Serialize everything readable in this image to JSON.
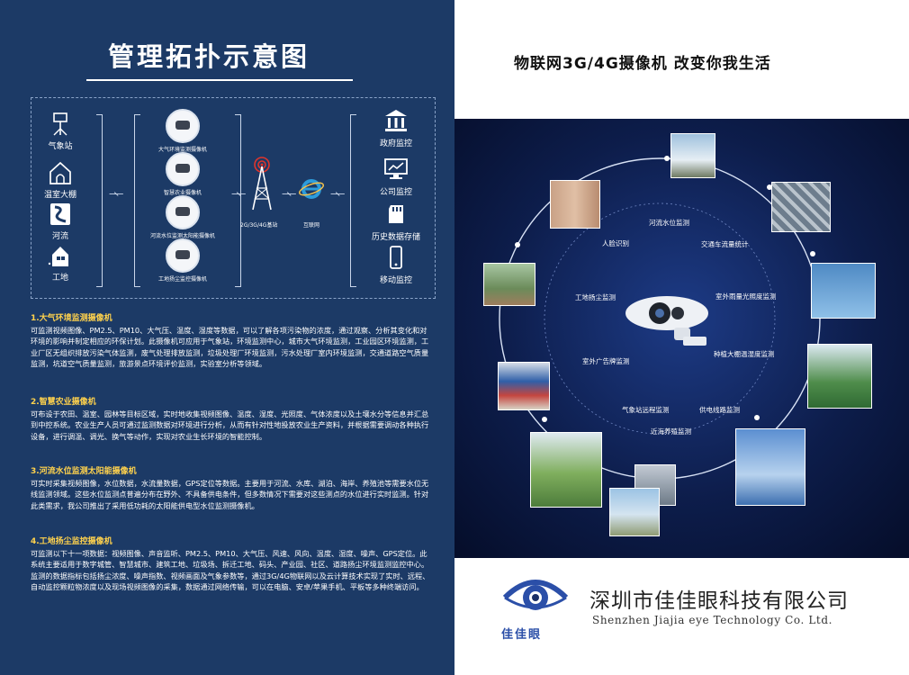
{
  "left": {
    "title": "管理拓扑示意图",
    "sources": [
      "气象站",
      "温室大棚",
      "河流",
      "工地"
    ],
    "cameras": [
      "大气环境监测摄像机",
      "智慧农业摄像机",
      "河流水位监测太阳能摄像机",
      "工地扬尘监控摄像机"
    ],
    "tower_label": "2G/3G/4G基站",
    "internet_label": "互联网",
    "destinations": [
      "政府监控",
      "公司监控",
      "历史数据存储",
      "移动监控"
    ],
    "sections": [
      {
        "heading": "1.大气环境监测摄像机",
        "body": "可监测视频图像、PM2.5、PM10、大气压、温度、湿度等数据，可以了解各项污染物的浓度，通过观察、分析其变化和对环境的影响并制定相应的环保计划。此摄像机可应用于气象站，环境监测中心，城市大气环境监测，工业园区环境监测，工业厂区无组织排放污染气体监测，废气处理排放监测，垃圾处理厂环境监测，污水处理厂室内环境监测，交通道路空气质量监测，坑道空气质量监测，旅游景点环境评价监测，实验室分析等领域。"
      },
      {
        "heading": "2.智慧农业摄像机",
        "body": "可布设于农田、温室、园林等目标区域，实时地收集视频图像、温度、湿度、光照度、气体浓度以及土壤水分等信息并汇总到中控系统。农业生产人员可通过监测数据对环境进行分析，从而有针对性地投放农业生产资料，并根据需要调动各种执行设备，进行调温、调光、换气等动作，实现对农业生长环境的智能控制。"
      },
      {
        "heading": "3.河流水位监测太阳能摄像机",
        "body": "可实时采集视频图像，水位数据，水流量数据，GPS定位等数据。主要用于河流、水库、湖泊、海岸、养殖池等需要水位无线监测领域。这些水位监测点普遍分布在野外、不具备供电条件，但多数情况下需要对这些测点的水位进行实时监测。针对此类需求，我公司推出了采用低功耗的太阳能供电型水位监测摄像机。"
      },
      {
        "heading": "4.工地扬尘监控摄像机",
        "body": "可监测以下十一项数据：视频图像、声音监听、PM2.5、PM10、大气压、风速、风向、温度、湿度、噪声、GPS定位。此系统主要适用于数字城管、智慧城市、建筑工地、垃圾场、拆迁工地、码头、产业园、社区、道路扬尘环境监测监控中心。监测的数据指标包括扬尘浓度、噪声指数、视频画面及气象参数等，通过3G/4G物联网以及云计算技术实现了实时、远程、自动监控颗粒物浓度以及现场视频图像的采集，数据通过网络传输，可以在电脑、安卓/苹果手机、平板等多种终端访问。"
      }
    ]
  },
  "right": {
    "slogan": "物联网3G/4G摄像机 改变你我生活",
    "nodes": [
      "河流水位监测",
      "人脸识别",
      "交通车流量统计",
      "工地扬尘监测",
      "室外雨量光照度监测",
      "种植大棚温湿度监测",
      "室外广告牌监测",
      "气象站远程监测",
      "供电线路监测",
      "近海养殖监测"
    ],
    "company_zh": "深圳市佳佳眼科技有限公司",
    "company_en": "Shenzhen Jiajia eye Technology Co. Ltd.",
    "logo_text": "佳佳眼"
  }
}
